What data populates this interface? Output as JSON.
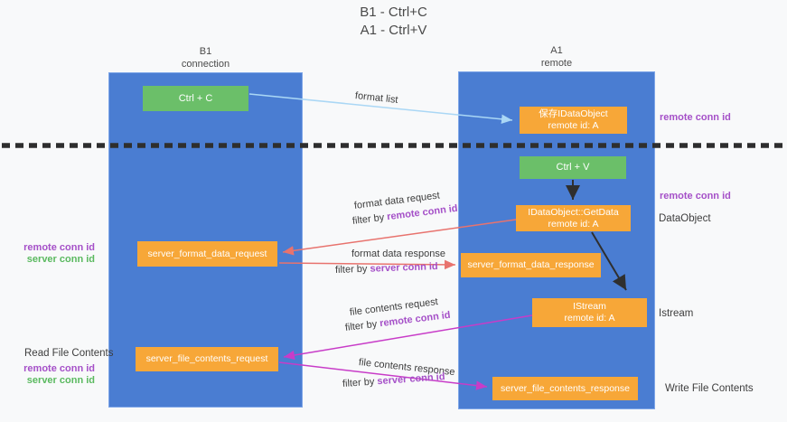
{
  "title": {
    "line1": "B1 - Ctrl+C",
    "line2": "A1 - Ctrl+V"
  },
  "lanes": {
    "left": {
      "name": "B1",
      "role": "connection"
    },
    "right": {
      "name": "A1",
      "role": "remote"
    }
  },
  "nodes": {
    "ctrl_c": {
      "label": "Ctrl + C"
    },
    "save_dataobject": {
      "line1": "保存IDataObject",
      "line2": "remote id: A"
    },
    "ctrl_v": {
      "label": "Ctrl + V"
    },
    "getdata": {
      "line1": "IDataObject::GetData",
      "line2": "remote id: A"
    },
    "format_request": {
      "label": "server_format_data_request"
    },
    "format_response": {
      "label": "server_format_data_response"
    },
    "istream": {
      "line1": "IStream",
      "line2": "remote id: A"
    },
    "file_request": {
      "label": "server_file_contents_request"
    },
    "file_response": {
      "label": "server_file_contents_response"
    }
  },
  "edge_labels": {
    "format_list": "format list",
    "format_data_request": "format data request",
    "format_data_response": "format data response",
    "file_contents_request": "file contents request",
    "file_contents_response": "file contents response",
    "filter_by": "filter by ",
    "remote_conn_id": "remote conn id",
    "server_conn_id": "server conn id"
  },
  "side_labels": {
    "left_top_remote": "remote conn id",
    "left_top_server": "server conn id",
    "read_file_contents": "Read File Contents",
    "left_bottom_remote": "remote conn id",
    "left_bottom_server": "server conn id",
    "right_remote_1": "remote conn id",
    "right_remote_2": "remote conn id",
    "dataobject": "DataObject",
    "istream": "Istream",
    "write_file_contents": "Write File Contents"
  },
  "colors": {
    "background": "#f8f9fa",
    "lane_blue": "#4a7dd2",
    "node_green": "#6bbf69",
    "node_orange": "#f7a738",
    "arrow_salmon": "#e8736e",
    "arrow_magenta": "#c83cc8",
    "arrow_lightblue": "#aad7f5",
    "arrow_black": "#2f2f2f",
    "text_purple": "#a550c8",
    "text_green": "#5ab95f"
  }
}
